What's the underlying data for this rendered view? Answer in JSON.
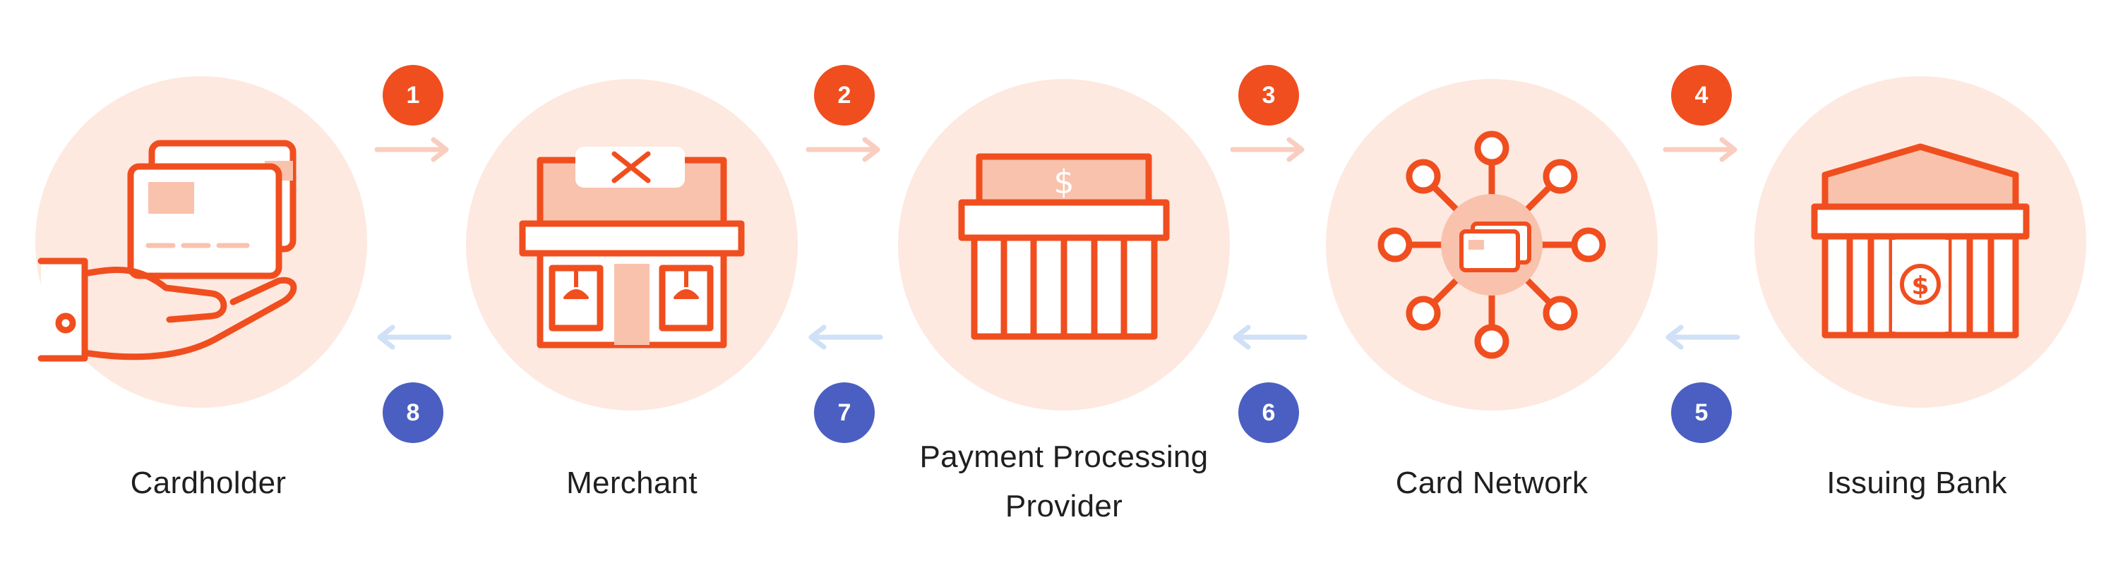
{
  "colors": {
    "accent_orange": "#f04e1f",
    "step_blue": "#4a5fc1",
    "circle_fill": "#fde9e0",
    "icon_fill": "#f9c2ad",
    "arrow_forward": "#f9cdbf",
    "arrow_back": "#cfe0f7"
  },
  "nodes": [
    {
      "label": "Cardholder",
      "icon": "hand-holding-cards-icon"
    },
    {
      "label": "Merchant",
      "icon": "storefront-icon"
    },
    {
      "label_lines": [
        "Payment Processing",
        "Provider"
      ],
      "icon": "processor-shop-icon"
    },
    {
      "label": "Card Network",
      "icon": "network-hub-icon"
    },
    {
      "label": "Issuing Bank",
      "icon": "bank-icon"
    }
  ],
  "forward_steps": [
    "1",
    "2",
    "3",
    "4"
  ],
  "return_steps": [
    "8",
    "7",
    "6",
    "5"
  ]
}
